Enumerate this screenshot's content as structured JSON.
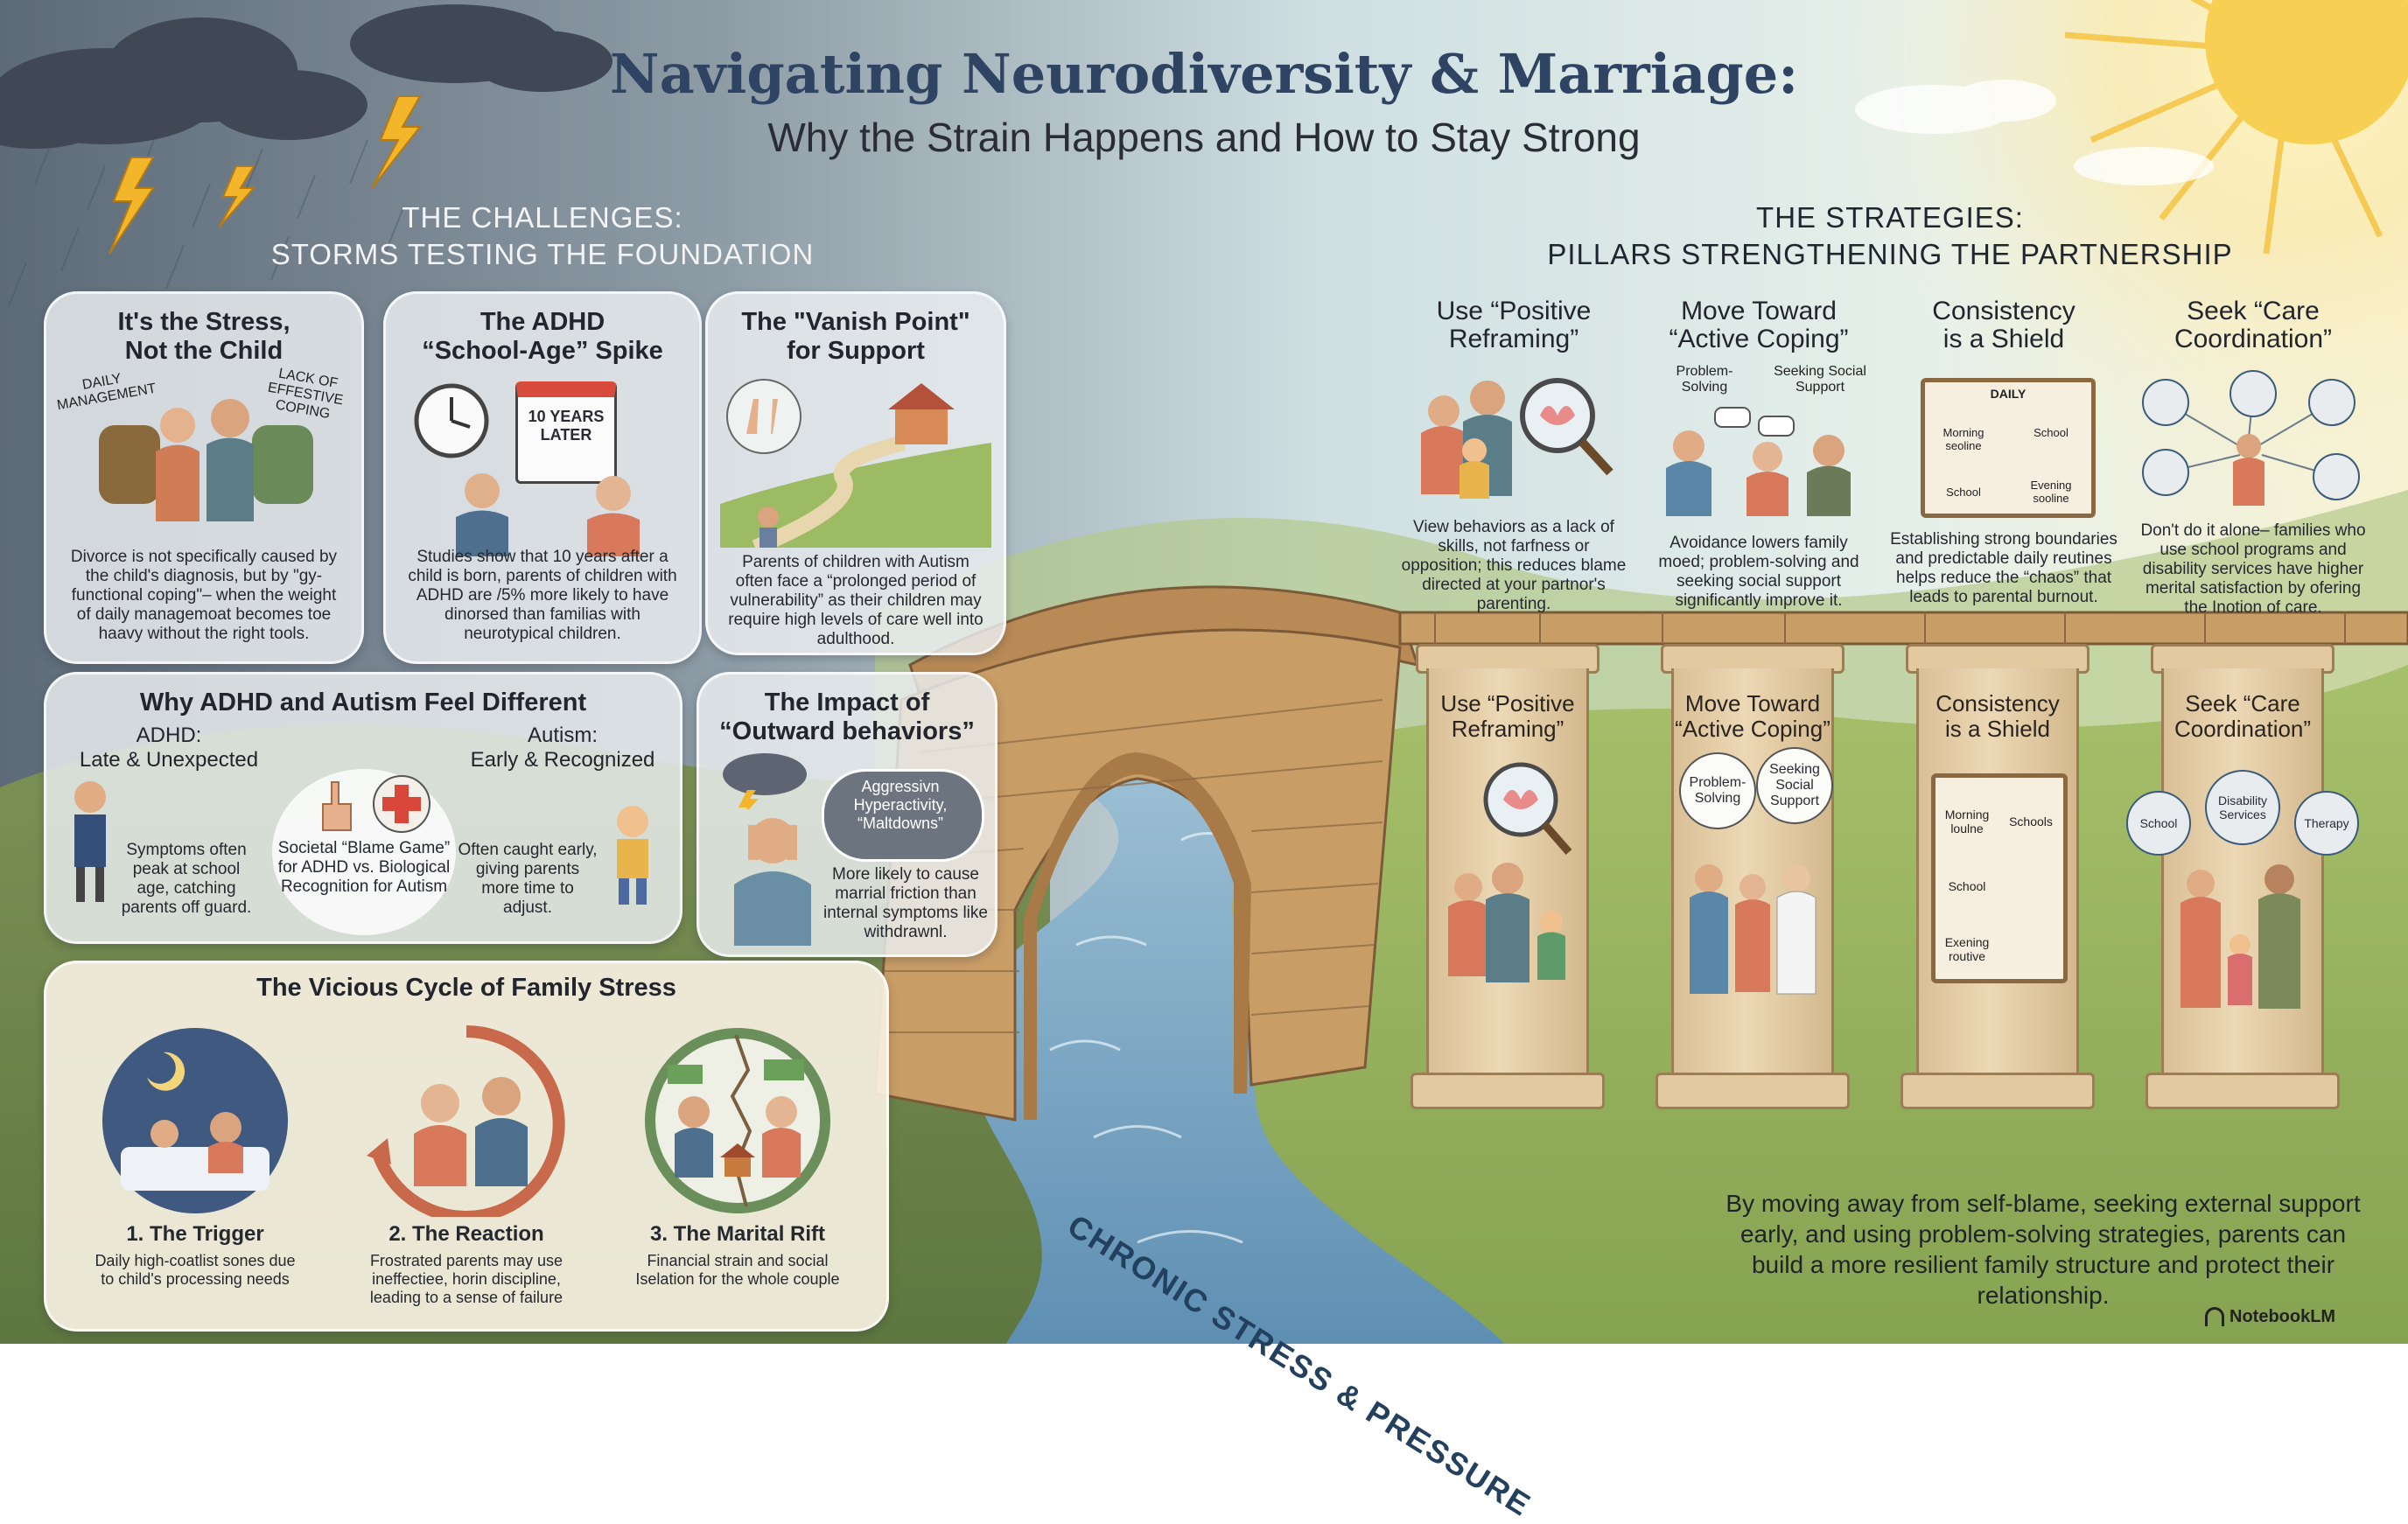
{
  "title": "Navigating Neurodiversity & Marriage:",
  "subtitle": "Why the Strain Happens and How to Stay Strong",
  "challenges": {
    "heading_line1": "THE CHALLENGES:",
    "heading_line2": "STORMS TESTING THE FOUNDATION",
    "stress": {
      "title_line1": "It's the Stress,",
      "title_line2": "Not the Child",
      "label_left": "DAILY MANAGEMENT",
      "label_right": "LACK OF EFFESTIVE COPING",
      "body": "Divorce is not specifically caused by the child's diagnosis, but by \"gy-functional coping\"– when the weight of daily managemoat becomes toe haavy without the right tools."
    },
    "adhd_spike": {
      "title_line1": "The ADHD",
      "title_line2": "“School-Age” Spike",
      "calendar_label": "10 YEARS LATER",
      "body": "Studies show that 10 years after a child is born, parents of children with ADHD are /5% more likely to have dinorsed than familias with neurotypical children."
    },
    "vanish_point": {
      "title_line1": "The \"Vanish Point\"",
      "title_line2": "for Support",
      "body": "Parents of children with Autism often face a “prolonged period of vulnerability” as their children may require high levels of care well into adulthood."
    },
    "adhd_autism": {
      "title": "Why ADHD and Autism Feel Different",
      "adhd_label_line1": "ADHD:",
      "adhd_label_line2": "Late & Unexpected",
      "autism_label_line1": "Autism:",
      "autism_label_line2": "Early & Recognized",
      "adhd_body": "Symptoms often peak at school age, catching parents off guard.",
      "center_body": "Societal “Blame Game” for ADHD vs. Biological Recognition for Autism",
      "autism_body": "Often caught early, giving parents more time to adjust."
    },
    "outward": {
      "title_line1": "The Impact of",
      "title_line2": "“Outward behaviors”",
      "cloud_text": "Aggressivn Hyperactivity, “Maltdowns”",
      "body": "More likely to cause marrial friction than internal symptoms like withdrawnl."
    },
    "cycle": {
      "title": "The Vicious Cycle of Family Stress",
      "step1_title": "1. The Trigger",
      "step1_body": "Daily high-coatlist sones due to child's processing needs",
      "step2_title": "2. The Reaction",
      "step2_body": "Frostrated parents may use ineffectiee, horin discipline, leading to a sense of failure",
      "step3_title": "3. The Marital Rift",
      "step3_body": "Financial strain and social Iselation for the whole couple"
    }
  },
  "river_label": "CHRONIC STRESS & PRESSURE",
  "strategies": {
    "heading_line1": "THE STRATEGIES:",
    "heading_line2": "PILLARS STRENGTHENING THE PARTNERSHIP",
    "items": [
      {
        "title_line1": "Use “Positive",
        "title_line2": "Reframing”",
        "body": "View behaviors as a lack of skills, not farfness or opposition; this reduces blame directed at your partnor's parenting."
      },
      {
        "title_line1": "Move Toward",
        "title_line2": "“Active Coping”",
        "bubble_left": "Problem-Solving",
        "bubble_right": "Seeking Social Support",
        "body": "Avoidance lowers family moed; problem-solving and seeking social support significantly improve it."
      },
      {
        "title_line1": "Consistency",
        "title_line2": "is a Shield",
        "board_title": "DAILY",
        "board_cells": [
          "Morning seoline",
          "School",
          "School",
          "Evening sooline"
        ],
        "body": "Establishing strong boundaries and predictable daily reutines helps reduce the “chaos” that leads to parental burnout."
      },
      {
        "title_line1": "Seek “Care",
        "title_line2": "Coordination”",
        "body": "Don't do it alone– families who use school programs and disability services have higher merital satisfaction by ofering the Inotion of care."
      }
    ],
    "pillars": [
      {
        "title_line1": "Use “Positive",
        "title_line2": "Reframing”"
      },
      {
        "title_line1": "Move Toward",
        "title_line2": "“Active Coping”",
        "bubble_left": "Problem-Solving",
        "bubble_right": "Seeking Social Support"
      },
      {
        "title_line1": "Consistency",
        "title_line2": "is a Shield",
        "board_cells": [
          "Morning loulne",
          "Schools",
          "School",
          "",
          "Exening routive",
          ""
        ]
      },
      {
        "title_line1": "Seek “Care",
        "title_line2": "Coordination”",
        "circle_left": "School",
        "circle_center": "Disability Services",
        "circle_right": "Therapy"
      }
    ]
  },
  "closing": "By moving away from self-blame, seeking external support early, and using problem-solving strategies, parents can build a more resilient family structure and protect their relationship.",
  "brand": "NotebookLM",
  "colors": {
    "title": "#2f4463",
    "storm_sky": "#5e6b7a",
    "sunny_sky": "#dfeef0",
    "sun": "#f6c54a",
    "river": "#7aa6c4",
    "bridge_stone": "#c79a64",
    "grass": "#8fae5a"
  }
}
